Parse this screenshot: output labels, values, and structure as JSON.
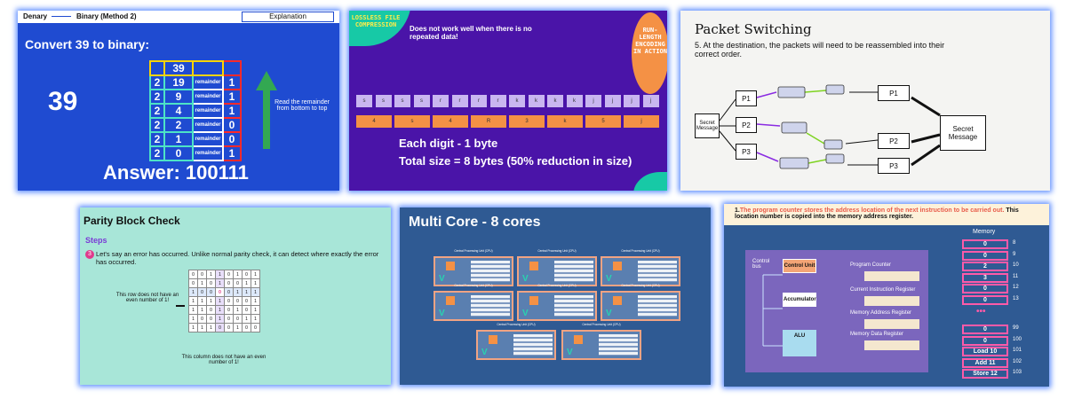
{
  "s1": {
    "tab1": "Denary",
    "tab2": "Binary (Method 2)",
    "tab3": "Explanation",
    "heading": "Convert  39 to binary:",
    "big_number": "39",
    "top_value": "39",
    "rows": [
      {
        "div": "2",
        "q": "19",
        "label": "remainder",
        "r": "1"
      },
      {
        "div": "2",
        "q": "9",
        "label": "remainder",
        "r": "1"
      },
      {
        "div": "2",
        "q": "4",
        "label": "remainder",
        "r": "1"
      },
      {
        "div": "2",
        "q": "2",
        "label": "remainder",
        "r": "0"
      },
      {
        "div": "2",
        "q": "1",
        "label": "remainder",
        "r": "0"
      },
      {
        "div": "2",
        "q": "0",
        "label": "remainder",
        "r": "1"
      }
    ],
    "note": "Read the remainder from bottom to top",
    "answer": "Answer: 100111"
  },
  "s2": {
    "badge": "LOSSLESS FILE COMPRESSION",
    "warning": "Does not work well when there is no repeated data!",
    "circle": "RUN-LENGTH ENCODING IN ACTION",
    "letters": [
      "s",
      "s",
      "s",
      "s",
      "r",
      "r",
      "r",
      "r",
      "k",
      "k",
      "k",
      "k",
      "j",
      "j",
      "j",
      "j"
    ],
    "pairs": [
      "4",
      "s",
      "4",
      "R",
      "3",
      "k",
      "5",
      "j"
    ],
    "line1": "Each digit - 1 byte",
    "line2": "Total size = 8 bytes (50% reduction in size)"
  },
  "s3": {
    "title": "Packet Switching",
    "text": "5. At the destination, the packets will need to be reassembled into their correct order.",
    "secret": "Secret Message",
    "p": [
      "P1",
      "P2",
      "P3"
    ],
    "out": [
      "P1",
      "P2",
      "P3"
    ],
    "dest": "Secret Message"
  },
  "s4": {
    "title": "Parity Block Check",
    "steps": "Steps",
    "step_num": "3",
    "step_text": "Let's say an error has occurred. Unlike normal parity check, it can detect where exactly the error has occurred.",
    "row_note": "This row does not have an even number of 1!",
    "col_note": "This column does not have an even number of 1!",
    "grid": [
      [
        "0",
        "0",
        "1",
        "1",
        "0",
        "1",
        "0",
        "1"
      ],
      [
        "0",
        "1",
        "0",
        "1",
        "0",
        "0",
        "1",
        "1"
      ],
      [
        "1",
        "0",
        "0",
        "0",
        "0",
        "1",
        "1",
        "1"
      ],
      [
        "1",
        "1",
        "1",
        "1",
        "0",
        "0",
        "0",
        "1"
      ],
      [
        "1",
        "1",
        "0",
        "1",
        "0",
        "1",
        "0",
        "1"
      ],
      [
        "1",
        "0",
        "0",
        "1",
        "0",
        "0",
        "1",
        "1"
      ],
      [
        "1",
        "1",
        "1",
        "0",
        "0",
        "1",
        "0",
        "0"
      ]
    ]
  },
  "s5": {
    "title": "Multi Core - 8 cores",
    "cores": [
      "Central Processing Unit (CPU)",
      "Central Processing Unit (CPU)",
      "Central Processing Unit (CPU)",
      "Central Processing Unit (CPU)",
      "Central Processing Unit (CPU)",
      "Central Processing Unit (CPU)",
      "Central Processing Unit (CPU)",
      "Central Processing Unit (CPU)"
    ]
  },
  "s6": {
    "num": "1.",
    "red": "The program counter stores the address location of the next instruction to be carried out.",
    "rest": " This location number is copied into the memory address register.",
    "memory": "Memory",
    "control_bus": "Control bus",
    "cu": "Control Unit",
    "acc": "Accumulator",
    "alu": "ALU",
    "regs": [
      "Program Counter",
      "Current Instruction Register",
      "Memory Address Register",
      "Memory Data Register"
    ],
    "mem_top": [
      {
        "v": "0",
        "a": "8"
      },
      {
        "v": "0",
        "a": "9"
      },
      {
        "v": "2",
        "a": "10"
      },
      {
        "v": "3",
        "a": "11"
      },
      {
        "v": "0",
        "a": "12"
      },
      {
        "v": "0",
        "a": "13"
      }
    ],
    "dots": "•••",
    "mem_bottom": [
      {
        "v": "0",
        "a": "99"
      },
      {
        "v": "0",
        "a": "100"
      },
      {
        "v": "Load 10",
        "a": "101"
      },
      {
        "v": "Add 11",
        "a": "102"
      },
      {
        "v": "Store 12",
        "a": "103"
      }
    ]
  }
}
